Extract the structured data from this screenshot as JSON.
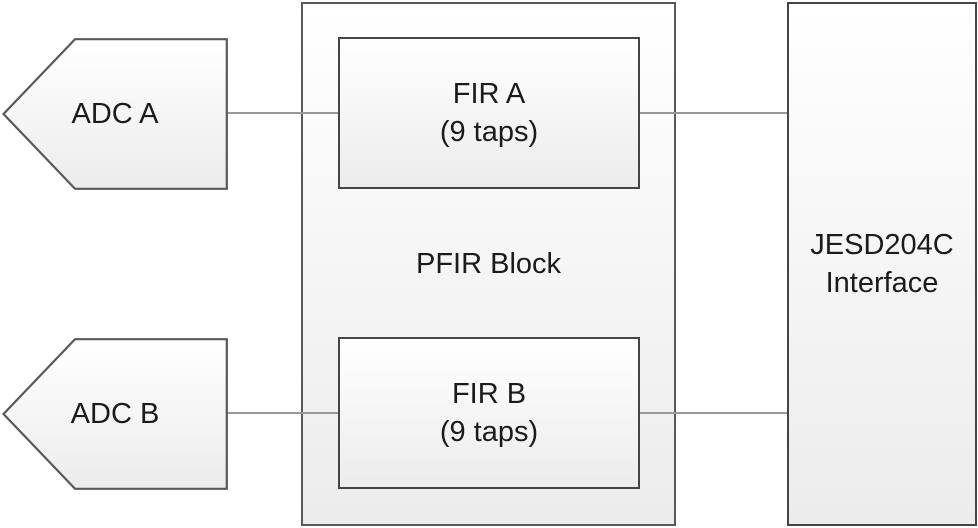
{
  "diagram": {
    "adc_a": {
      "label": "ADC A"
    },
    "adc_b": {
      "label": "ADC B"
    },
    "pfir": {
      "label": "PFIR Block"
    },
    "fir_a": {
      "line1": "FIR A",
      "line2": "(9 taps)"
    },
    "fir_b": {
      "line1": "FIR B",
      "line2": "(9 taps)"
    },
    "jesd": {
      "line1": "JESD204C",
      "line2": "Interface"
    }
  },
  "colors": {
    "border_dark": "#454545",
    "border_medium": "#595959",
    "connector": "#999999",
    "fill_top": "#ffffff",
    "fill_bottom": "#ececec",
    "text": "#1b1b1b"
  }
}
